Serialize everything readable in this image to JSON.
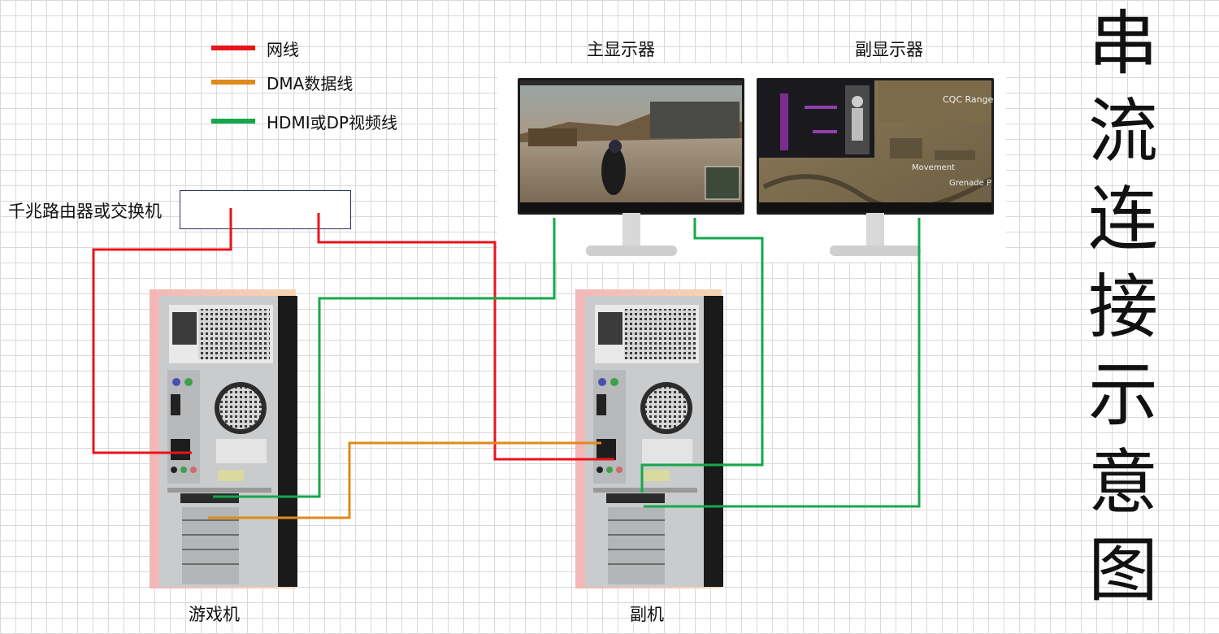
{
  "title": [
    "串",
    "流",
    "连",
    "接",
    "示",
    "意",
    "图"
  ],
  "legend": [
    {
      "label": "网线",
      "color": "#e8141c"
    },
    {
      "label": "DMA数据线",
      "color": "#e08a1c"
    },
    {
      "label": "HDMI或DP视频线",
      "color": "#16a84a"
    }
  ],
  "labels": {
    "router": "千兆路由器或交换机",
    "main_monitor": "主显示器",
    "sub_monitor": "副显示器",
    "game_pc": "游戏机",
    "sub_pc": "副机"
  },
  "monitor_hud": {
    "range": "CQC Range",
    "movement": "Movement",
    "grenade": "Grenade P"
  },
  "colors": {
    "tower_bg_left": "#f2b7b7",
    "tower_bg_right": "#f7d6b4",
    "case": "#c9cbcd",
    "case_side": "#1a1a1a"
  }
}
